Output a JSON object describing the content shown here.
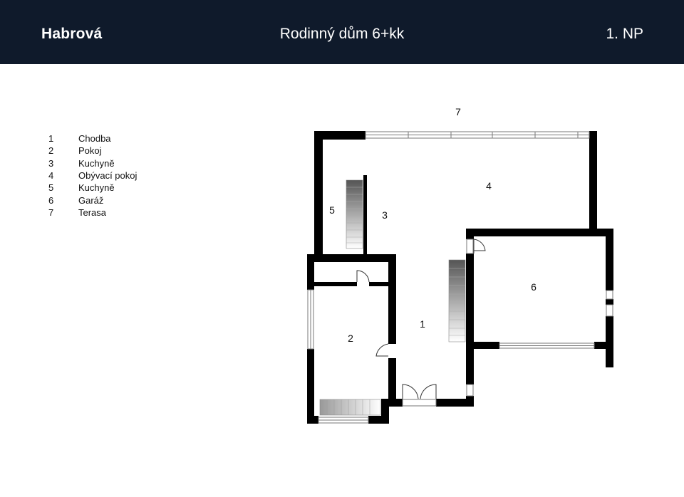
{
  "header": {
    "brand": "Habrová",
    "title": "Rodinný dům 6+kk",
    "floor": "1. NP"
  },
  "colors": {
    "header_bg": "#0f1a2b",
    "walls": "#000000"
  },
  "legend": [
    {
      "num": "1",
      "label": "Chodba"
    },
    {
      "num": "2",
      "label": "Pokoj"
    },
    {
      "num": "3",
      "label": "Kuchyně"
    },
    {
      "num": "4",
      "label": "Obývací pokoj"
    },
    {
      "num": "5",
      "label": "Kuchyně"
    },
    {
      "num": "6",
      "label": "Garáž"
    },
    {
      "num": "7",
      "label": "Terasa"
    }
  ],
  "room_labels": {
    "r1": "1",
    "r2": "2",
    "r3": "3",
    "r4": "4",
    "r5": "5",
    "r6": "6",
    "r7": "7"
  }
}
